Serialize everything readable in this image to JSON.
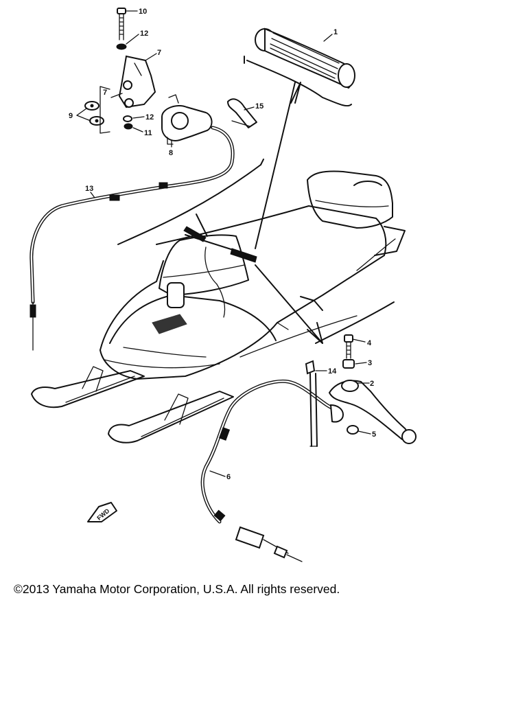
{
  "diagram": {
    "callouts": [
      "1",
      "2",
      "3",
      "4",
      "5",
      "6",
      "7",
      "7",
      "8",
      "9",
      "10",
      "11",
      "12",
      "12",
      "13",
      "14",
      "15"
    ],
    "fwd_label": "FWD"
  },
  "footer": {
    "copyright": "©2013 Yamaha Motor Corporation, U.S.A. All rights reserved."
  }
}
